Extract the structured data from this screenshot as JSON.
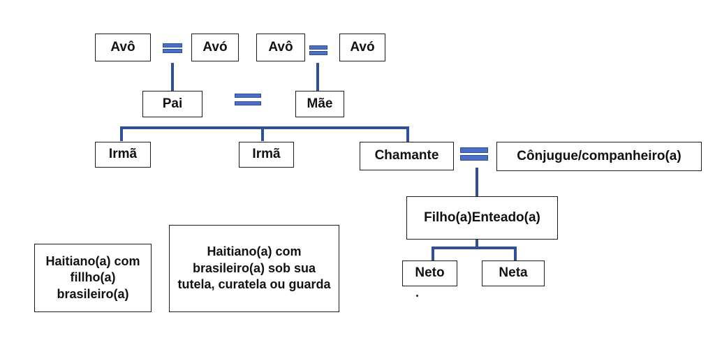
{
  "diagram": {
    "nodes": {
      "grandfather_paternal": "Avô",
      "grandmother_paternal": "Avó",
      "grandfather_maternal": "Avô",
      "grandmother_maternal": "Avó",
      "father": "Pai",
      "mother": "Mãe",
      "sister_1": "Irmã",
      "sister_2": "Irmã",
      "caller": "Chamante",
      "spouse": "Cônjugue/companheiro(a)",
      "child": "Filho(a)Enteado(a)",
      "grandson": "Neto",
      "granddaughter": "Neta"
    },
    "notes": {
      "note_1": "Haitiano(a) com fillho(a) brasileiro(a)",
      "note_2": "Haitiano(a) com brasileiro(a) sob sua tutela, curatela ou guarda"
    },
    "colors": {
      "connector": "#2e4f99",
      "equals_fill": "#4a6fc4",
      "box_border": "#1a1a1a"
    }
  }
}
